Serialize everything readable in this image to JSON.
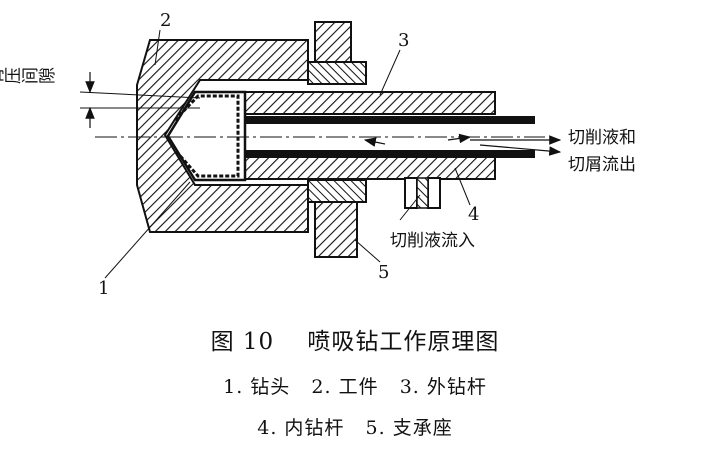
{
  "figure": {
    "title": "图 10    喷吸钻工作原理图",
    "legend_line1": "1. 钻头   2. 工件   3. 外钻杆",
    "legend_line2": "4. 内钻杆   5. 支承座"
  },
  "labels": {
    "back_pressure_gap": "背压间隙",
    "outflow_line1": "切削液和",
    "outflow_line2": "切屑流出",
    "inflow": "切削液流入",
    "part1": "1",
    "part2": "2",
    "part3": "3",
    "part4": "4",
    "part5": "5"
  }
}
